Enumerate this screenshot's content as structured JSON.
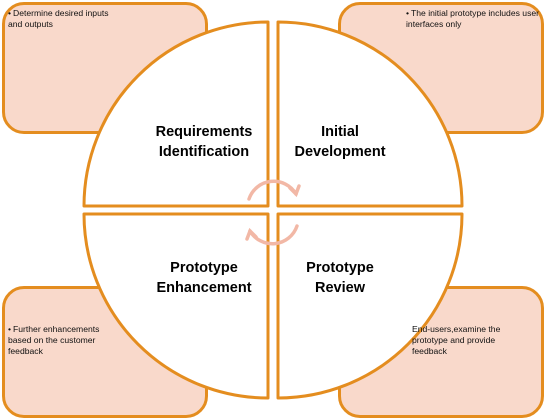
{
  "colors": {
    "note_fill": "#f9d9cb",
    "border": "#e48d1f",
    "cycle_arrow": "#f2b8a6"
  },
  "notes": {
    "top_left": {
      "bullet": "•",
      "text": "Determine desired inputs and outputs"
    },
    "top_right": {
      "bullet": "•",
      "text": "The initial prototype includes user interfaces only"
    },
    "bottom_left": {
      "bullet": "•",
      "text": "Further enhancements based on the customer feedback"
    },
    "bottom_right": {
      "text": "End-users,examine the prototype and provide feedback"
    }
  },
  "quadrants": {
    "top_left": {
      "line1": "Requirements",
      "line2": "Identification"
    },
    "top_right": {
      "line1": "Initial",
      "line2": "Development"
    },
    "bottom_left": {
      "line1": "Prototype",
      "line2": "Enhancement"
    },
    "bottom_right": {
      "line1": "Prototype",
      "line2": "Review"
    }
  },
  "cycle_icon": "circular-arrows-icon"
}
